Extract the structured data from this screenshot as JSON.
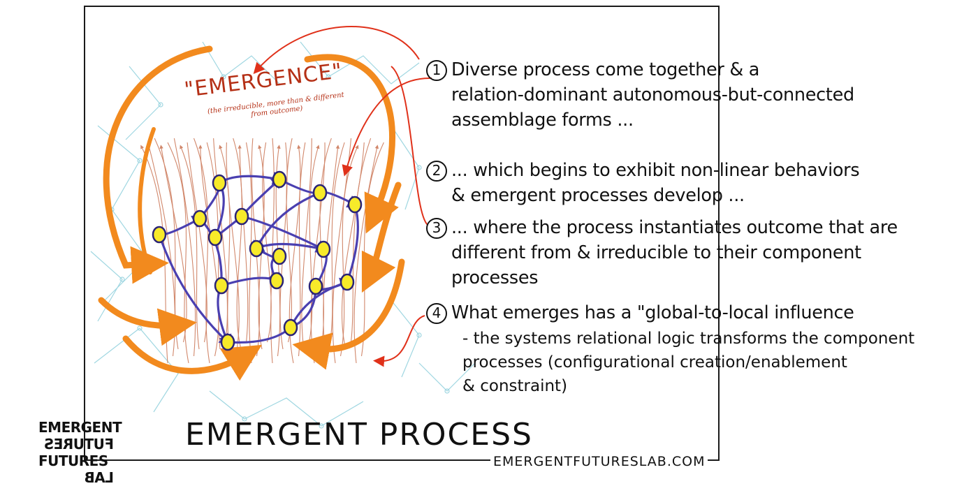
{
  "diagram": {
    "emergence_label": "\"EMERGENCE\"",
    "emergence_note": "(the irreducible, more than & different from outcome)"
  },
  "steps": [
    {
      "number": "1",
      "text": "Diverse process come together & a\nrelation-dominant autonomous-but-connected\nassemblage forms ..."
    },
    {
      "number": "2",
      "text": "... which begins to exhibit non-linear behaviors\n& emergent processes develop ..."
    },
    {
      "number": "3",
      "text": "... where the process instantiates outcome that are\ndifferent from & irreducible to their component\nprocesses"
    },
    {
      "number": "4",
      "text": "What emerges has a \"global-to-local influence",
      "sub_text": "- the systems relational logic transforms the component\nprocesses (configurational creation/enablement\n& constraint)"
    }
  ],
  "footer": {
    "title": "EMERGENT PROCESS",
    "url": "EMERGENTFUTURESLAB.COM",
    "logo_lines": [
      "EMERGENT",
      "FUTURES",
      "FUTURES",
      "LAB"
    ]
  },
  "colors": {
    "orange_arrows": "#f28a1e",
    "red_arrows": "#e0311a",
    "emergence_text": "#b53016",
    "nodes": "#f7ea2a",
    "node_links": "#4a3fb0",
    "flow_lines": "#c2603a",
    "background_lines": "#8fd0dc"
  }
}
